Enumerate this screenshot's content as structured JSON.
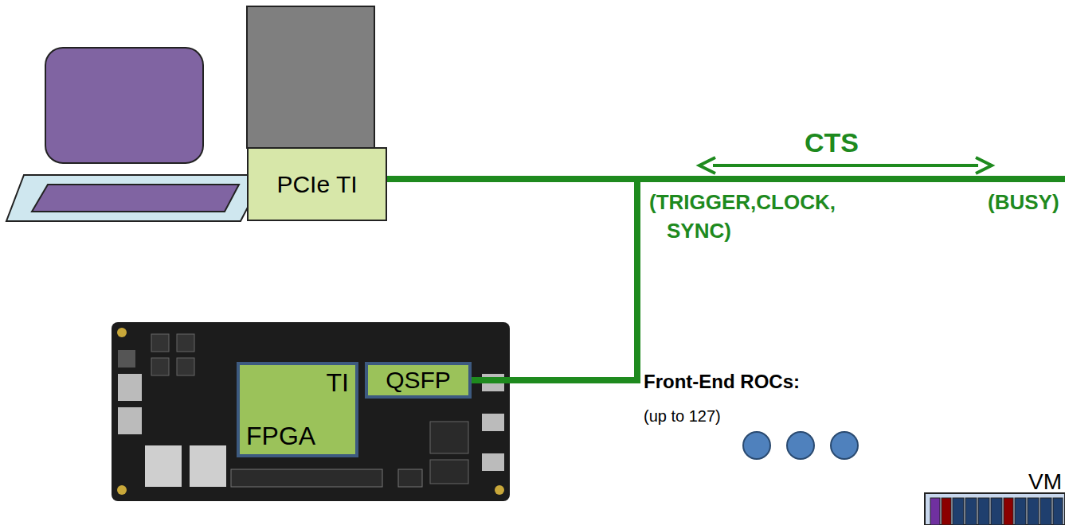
{
  "diagram": {
    "nodes": [
      {
        "text": [
          "PCIe TI"
        ]
      },
      {
        "text": [
          "TI",
          "FPGA"
        ]
      },
      {
        "text": [
          "QSFP"
        ]
      },
      {
        "text": [
          "VM"
        ]
      }
    ],
    "edges": [
      {
        "from": 0,
        "to": 2,
        "arrow": "none"
      }
    ],
    "labels": [
      "CTS",
      "(TRIGGER,CLOCK, SYNC)",
      "(BUSY)",
      "Front-End ROCs:",
      "(up to 127)"
    ]
  }
}
